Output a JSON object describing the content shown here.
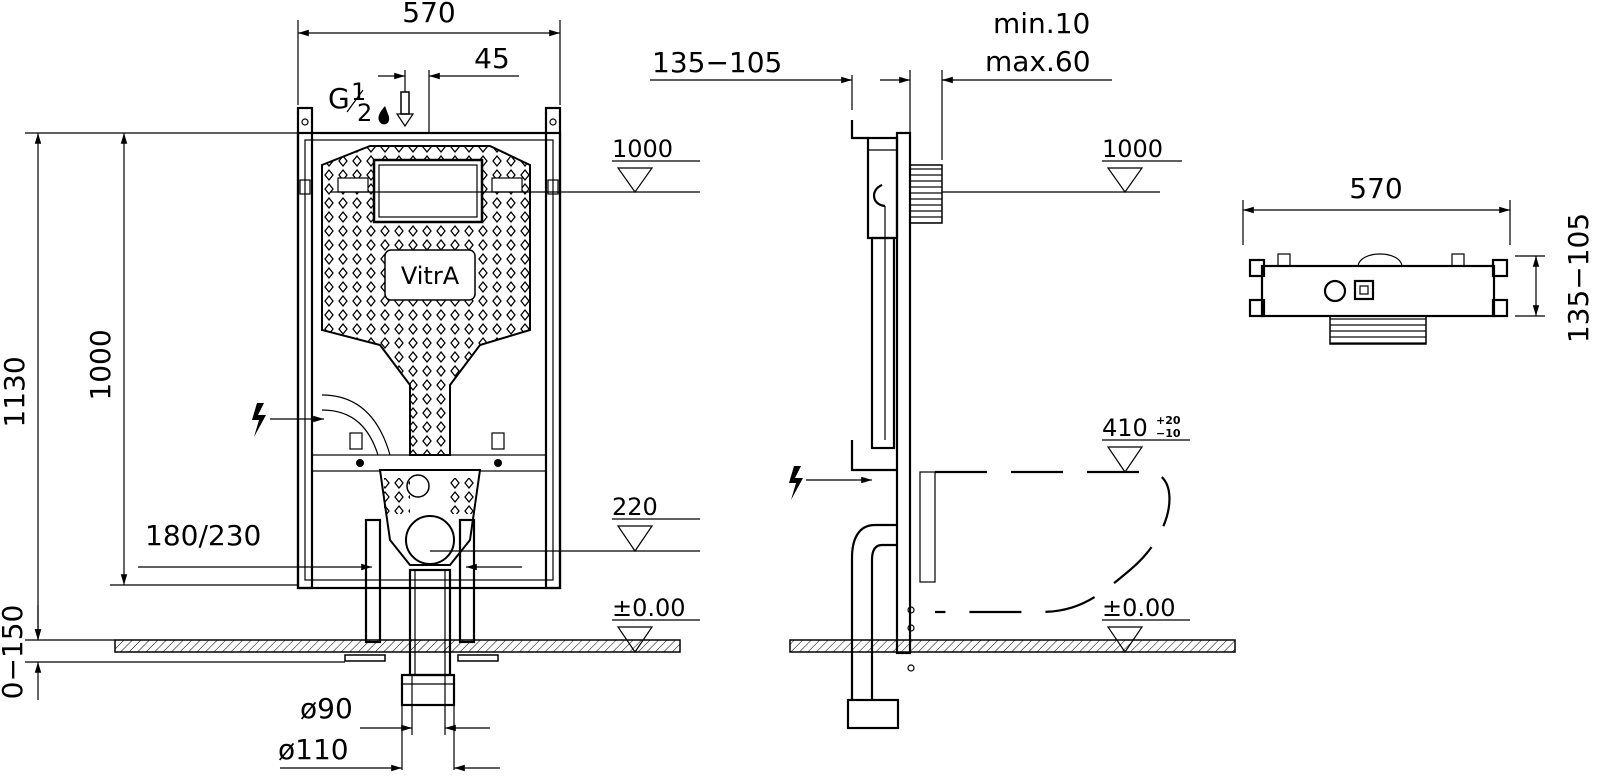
{
  "dimensions": {
    "front": {
      "frame_width": "570",
      "offset_45": "45",
      "thread": "G",
      "thread_fraction_num": "1",
      "thread_fraction_den": "2",
      "total_height": "1130",
      "actuator_height": "1000",
      "level_1000": "1000",
      "level_220": "220",
      "level_zero": "±0.00",
      "foot_spacing": "180/230",
      "adjust_range": "0−150",
      "pipe_small": "ø90",
      "pipe_large": "ø110",
      "brand": "VitrA"
    },
    "side": {
      "depth_range": "135−105",
      "wall_min": "min.10",
      "wall_max": "max.60",
      "level_1000": "1000",
      "level_410": "410",
      "tol_plus": "+20",
      "tol_minus": "−10",
      "level_zero": "±0.00"
    },
    "top": {
      "width": "570",
      "depth_range": "135−105"
    }
  },
  "symbols": {
    "water": "water-drop-icon",
    "power": "lightning-icon"
  }
}
